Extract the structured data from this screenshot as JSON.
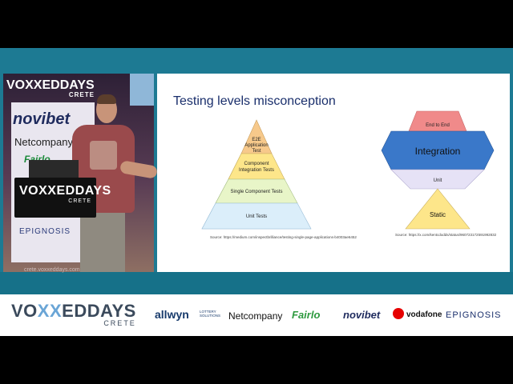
{
  "speaker_panel": {
    "banner_brand": "VOXXEDDAYS",
    "banner_location": "CRETE",
    "backdrop_sponsor_1": "novibet",
    "backdrop_sponsor_2": "Netcompany",
    "backdrop_sponsor_3": "Fairlo",
    "backdrop_sponsor_4": "EPIGNOSIS",
    "backdrop_url": "crete.voxxeddays.com",
    "podium_brand": "VOXXEDDAYS",
    "podium_location": "CRETE"
  },
  "slide": {
    "title": "Testing levels misconception",
    "pyramid": {
      "levels": [
        "E2E Application Test",
        "Component Integration Tests",
        "Single Component Tests",
        "Unit Tests"
      ],
      "top_line_1": "E2E",
      "top_line_2": "Application",
      "top_line_3": "Test",
      "level_2_line_1": "Component",
      "level_2_line_2": "Integration Tests",
      "level_3": "Single Component Tests",
      "level_4": "Unit Tests",
      "colors": [
        "#f7c98b",
        "#fde68a",
        "#e8f5c8",
        "#dbeefa"
      ],
      "source": "Source: https://medium.com/inspectbrilliance/testing-single-page-applications-b4003ae6452"
    },
    "trophy": {
      "top": "End to End",
      "middle": "Integration",
      "lower": "Unit",
      "base": "Static",
      "colors": [
        "#f08a8a",
        "#3a78c9",
        "#e6e2f6",
        "#fde68a"
      ],
      "source": "Source: https://x.com/kentcdodds/status/960723172591992832"
    }
  },
  "footer": {
    "brand_part_1": "VO",
    "brand_part_2": "XX",
    "brand_part_3": "EDDAYS",
    "location": "CRETE",
    "sponsors": {
      "allwyn": "allwyn",
      "allwyn_sub": "LOTTERY SOLUTIONS",
      "netcompany": "Netcompany",
      "fairlo": "Fairlo",
      "novibet": "novibet",
      "vodafone": "vodafone",
      "epignosis": "EPIGNOSIS"
    }
  }
}
